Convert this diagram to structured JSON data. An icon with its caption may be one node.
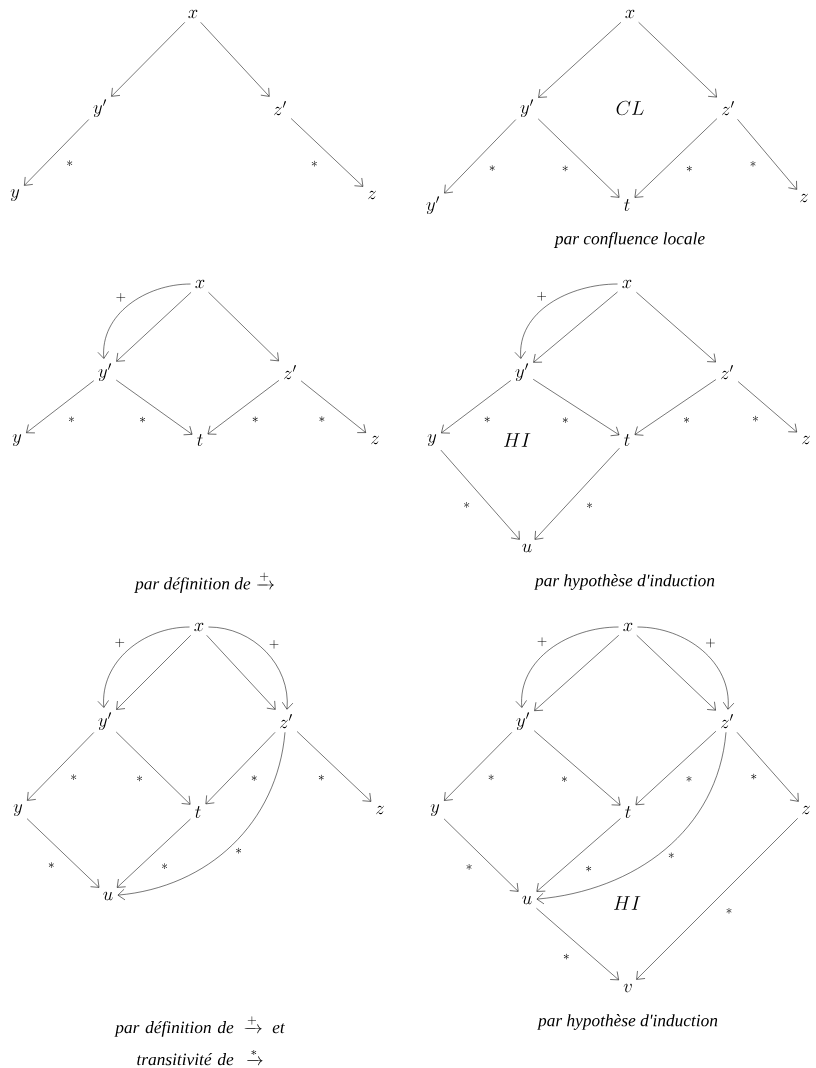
{
  "diagram": {
    "nodes": [
      {
        "text": [
          "x"
        ]
      },
      {
        "text": [
          "y'"
        ]
      },
      {
        "text": [
          "z'"
        ]
      },
      {
        "text": [
          "y"
        ]
      },
      {
        "text": [
          "z"
        ]
      },
      {
        "text": [
          "x"
        ]
      },
      {
        "text": [
          "y'"
        ]
      },
      {
        "text": [
          "z'"
        ]
      },
      {
        "text": [
          "y'"
        ]
      },
      {
        "text": [
          "t"
        ]
      },
      {
        "text": [
          "z"
        ]
      },
      {
        "text": [
          "x"
        ]
      },
      {
        "text": [
          "y'"
        ]
      },
      {
        "text": [
          "z'"
        ]
      },
      {
        "text": [
          "y"
        ]
      },
      {
        "text": [
          "t"
        ]
      },
      {
        "text": [
          "z"
        ]
      },
      {
        "text": [
          "x"
        ]
      },
      {
        "text": [
          "y'"
        ]
      },
      {
        "text": [
          "z'"
        ]
      },
      {
        "text": [
          "y"
        ]
      },
      {
        "text": [
          "t"
        ]
      },
      {
        "text": [
          "z"
        ]
      },
      {
        "text": [
          "u"
        ]
      },
      {
        "text": [
          "x"
        ]
      },
      {
        "text": [
          "y'"
        ]
      },
      {
        "text": [
          "z'"
        ]
      },
      {
        "text": [
          "y"
        ]
      },
      {
        "text": [
          "t"
        ]
      },
      {
        "text": [
          "z"
        ]
      },
      {
        "text": [
          "u"
        ]
      },
      {
        "text": [
          "x"
        ]
      },
      {
        "text": [
          "y'"
        ]
      },
      {
        "text": [
          "z'"
        ]
      },
      {
        "text": [
          "y"
        ]
      },
      {
        "text": [
          "t"
        ]
      },
      {
        "text": [
          "z"
        ]
      },
      {
        "text": [
          "u"
        ]
      },
      {
        "text": [
          "v"
        ]
      }
    ],
    "edges": [
      {
        "from": 0,
        "to": 1,
        "arrow": "to"
      },
      {
        "from": 0,
        "to": 2,
        "arrow": "to"
      },
      {
        "from": 1,
        "to": 3,
        "arrow": "to",
        "label": "*"
      },
      {
        "from": 2,
        "to": 4,
        "arrow": "to",
        "label": "*"
      },
      {
        "from": 5,
        "to": 6,
        "arrow": "to"
      },
      {
        "from": 5,
        "to": 7,
        "arrow": "to"
      },
      {
        "from": 6,
        "to": 8,
        "arrow": "to",
        "label": "*"
      },
      {
        "from": 6,
        "to": 9,
        "arrow": "to",
        "label": "*"
      },
      {
        "from": 7,
        "to": 9,
        "arrow": "to",
        "label": "*"
      },
      {
        "from": 7,
        "to": 10,
        "arrow": "to",
        "label": "*"
      },
      {
        "from": 11,
        "to": 12,
        "arrow": "to",
        "label": "+"
      },
      {
        "from": 11,
        "to": 12,
        "arrow": "to"
      },
      {
        "from": 11,
        "to": 13,
        "arrow": "to"
      },
      {
        "from": 12,
        "to": 14,
        "arrow": "to",
        "label": "*"
      },
      {
        "from": 12,
        "to": 15,
        "arrow": "to",
        "label": "*"
      },
      {
        "from": 13,
        "to": 15,
        "arrow": "to",
        "label": "*"
      },
      {
        "from": 13,
        "to": 16,
        "arrow": "to",
        "label": "*"
      },
      {
        "from": 17,
        "to": 18,
        "arrow": "to",
        "label": "+"
      },
      {
        "from": 17,
        "to": 18,
        "arrow": "to"
      },
      {
        "from": 17,
        "to": 19,
        "arrow": "to"
      },
      {
        "from": 18,
        "to": 20,
        "arrow": "to",
        "label": "*"
      },
      {
        "from": 18,
        "to": 21,
        "arrow": "to",
        "label": "*"
      },
      {
        "from": 19,
        "to": 21,
        "arrow": "to",
        "label": "*"
      },
      {
        "from": 19,
        "to": 22,
        "arrow": "to",
        "label": "*"
      },
      {
        "from": 20,
        "to": 23,
        "arrow": "to",
        "label": "*"
      },
      {
        "from": 21,
        "to": 23,
        "arrow": "to",
        "label": "*"
      },
      {
        "from": 24,
        "to": 25,
        "arrow": "to",
        "label": "+"
      },
      {
        "from": 24,
        "to": 25,
        "arrow": "to"
      },
      {
        "from": 24,
        "to": 26,
        "arrow": "to"
      },
      {
        "from": 24,
        "to": 26,
        "arrow": "to",
        "label": "+"
      },
      {
        "from": 25,
        "to": 27,
        "arrow": "to",
        "label": "*"
      },
      {
        "from": 25,
        "to": 28,
        "arrow": "to",
        "label": "*"
      },
      {
        "from": 26,
        "to": 28,
        "arrow": "to",
        "label": "*"
      },
      {
        "from": 26,
        "to": 29,
        "arrow": "to",
        "label": "*"
      },
      {
        "from": 27,
        "to": 30,
        "arrow": "to",
        "label": "*"
      },
      {
        "from": 28,
        "to": 30,
        "arrow": "to",
        "label": "*"
      },
      {
        "from": 26,
        "to": 30,
        "arrow": "to",
        "label": "*"
      },
      {
        "from": 31,
        "to": 32,
        "arrow": "to",
        "label": "+"
      },
      {
        "from": 31,
        "to": 32,
        "arrow": "to"
      },
      {
        "from": 31,
        "to": 33,
        "arrow": "to"
      },
      {
        "from": 31,
        "to": 33,
        "arrow": "to",
        "label": "+"
      },
      {
        "from": 32,
        "to": 34,
        "arrow": "to",
        "label": "*"
      },
      {
        "from": 32,
        "to": 35,
        "arrow": "to",
        "label": "*"
      },
      {
        "from": 33,
        "to": 35,
        "arrow": "to",
        "label": "*"
      },
      {
        "from": 33,
        "to": 36,
        "arrow": "to",
        "label": "*"
      },
      {
        "from": 34,
        "to": 37,
        "arrow": "to",
        "label": "*"
      },
      {
        "from": 35,
        "to": 37,
        "arrow": "to",
        "label": "*"
      },
      {
        "from": 33,
        "to": 37,
        "arrow": "to",
        "label": "*"
      },
      {
        "from": 37,
        "to": 38,
        "arrow": "to",
        "label": "*"
      },
      {
        "from": 36,
        "to": 38,
        "arrow": "to",
        "label": "*"
      }
    ],
    "labels": [
      "CL",
      "par confluence locale",
      "HI",
      "\\textit{par définition de}\\xrightarrow{+}",
      "par hypothèse d'induction",
      "HI",
      "\\textit{par définition de}\\xrightarrow{+}\\textit{et}\\allowbreak\\textit{transitivité de}\\xrightarrow{*}",
      "par hypothèse d'induction"
    ]
  }
}
